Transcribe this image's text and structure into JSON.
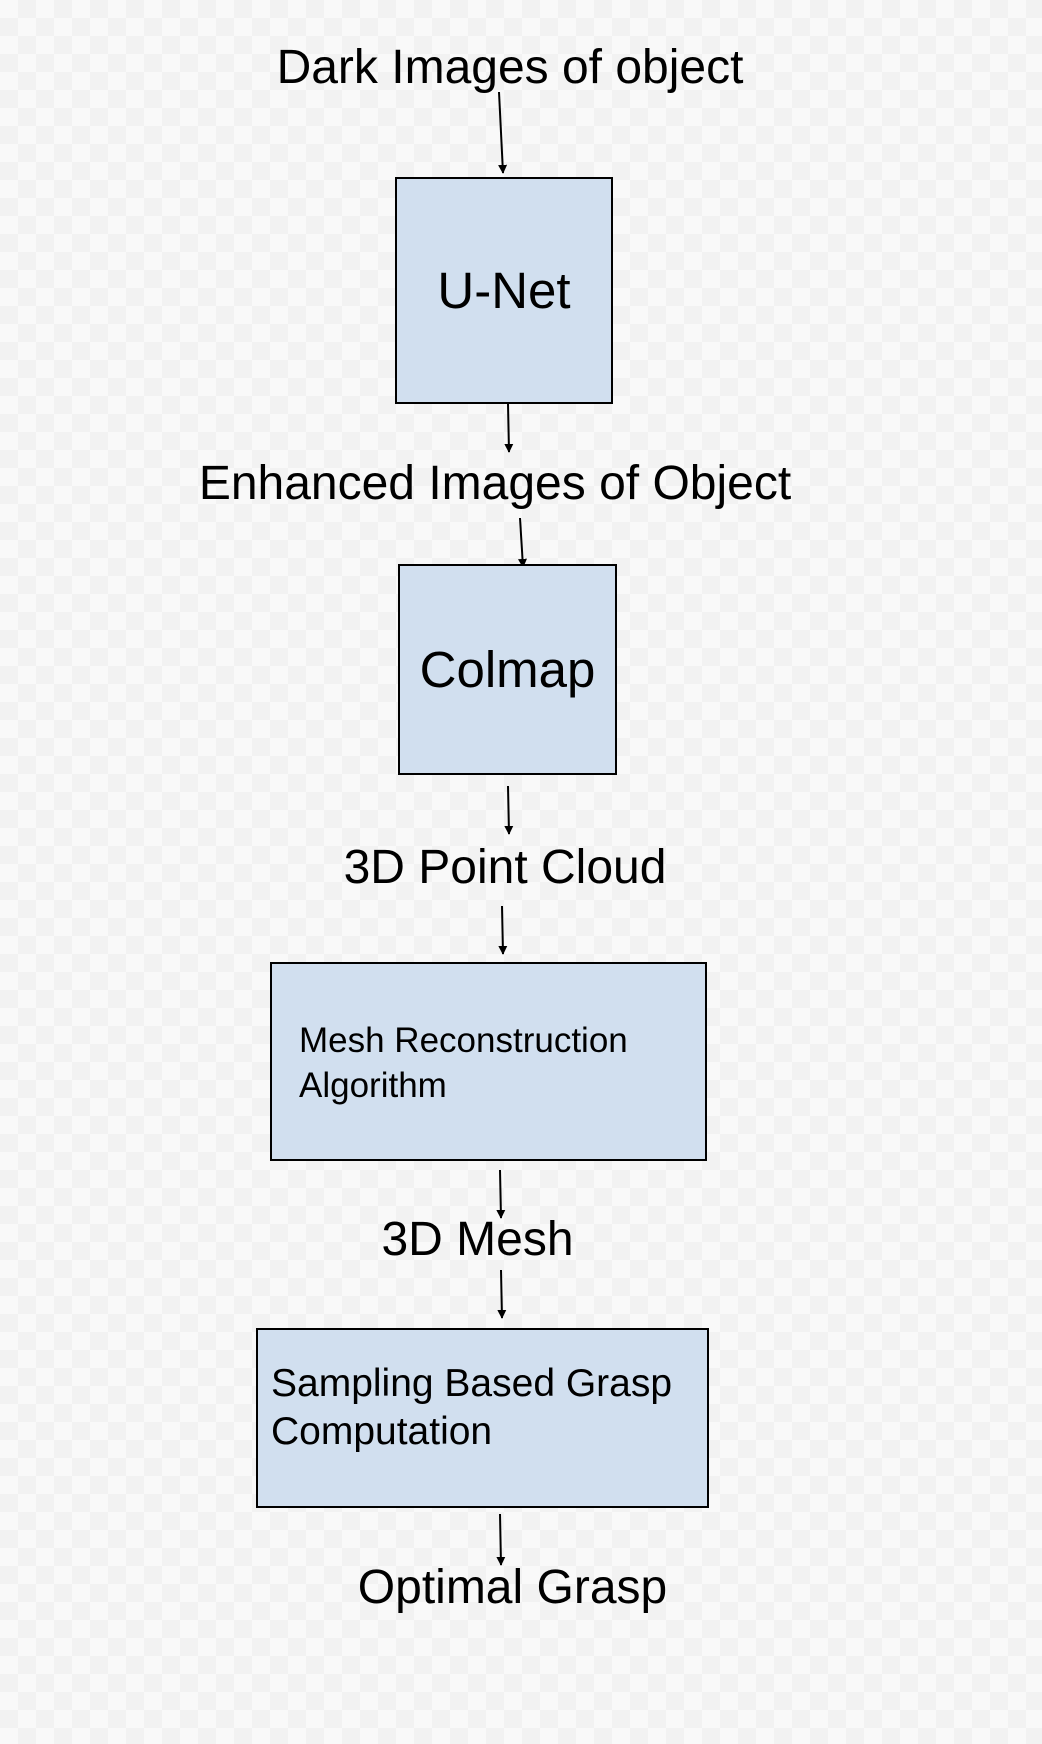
{
  "labels": {
    "input": "Dark Images of object",
    "enhanced": "Enhanced Images of Object",
    "point_cloud": "3D Point Cloud",
    "mesh": "3D Mesh",
    "output": "Optimal Grasp"
  },
  "boxes": {
    "unet": "U-Net",
    "colmap": "Colmap",
    "mesh_reconstruction": [
      "Mesh Reconstruction",
      "Algorithm"
    ],
    "grasp_computation": [
      "Sampling Based Grasp",
      "Computation"
    ]
  },
  "colors": {
    "box_fill": "#d1dfef",
    "box_border": "#000000",
    "arrow": "#000000"
  }
}
